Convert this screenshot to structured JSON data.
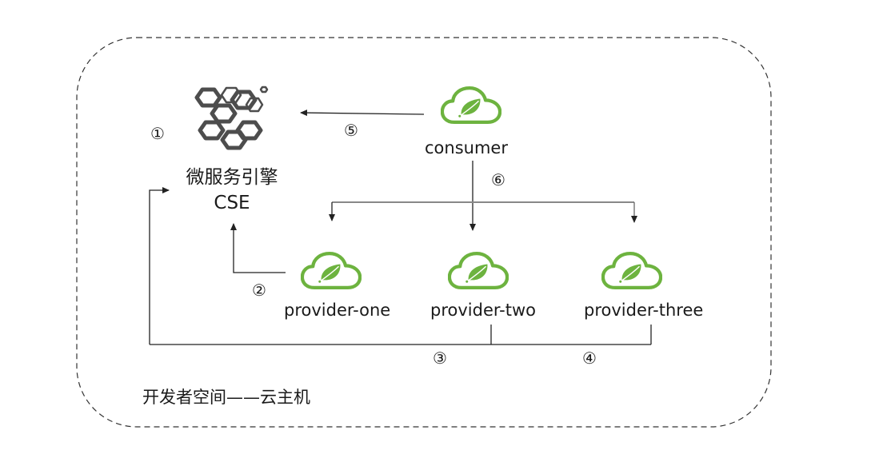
{
  "container": {
    "label": "开发者空间——云主机"
  },
  "cse": {
    "name_cn": "微服务引擎",
    "name_en": "CSE",
    "icon": "hexagon-cluster-icon"
  },
  "nodes": {
    "consumer": {
      "label": "consumer",
      "icon": "spring-cloud-leaf-icon"
    },
    "provider_one": {
      "label": "provider-one",
      "icon": "spring-cloud-leaf-icon"
    },
    "provider_two": {
      "label": "provider-two",
      "icon": "spring-cloud-leaf-icon"
    },
    "provider_three": {
      "label": "provider-three",
      "icon": "spring-cloud-leaf-icon"
    }
  },
  "steps": {
    "s1": "①",
    "s2": "②",
    "s3": "③",
    "s4": "④",
    "s5": "⑤",
    "s6": "⑥"
  },
  "edges": [
    {
      "id": "consumer-to-cse",
      "from": "consumer",
      "to": "cse",
      "step": "⑤"
    },
    {
      "id": "provider-one-to-cse",
      "from": "provider-one",
      "to": "cse",
      "step": "②"
    },
    {
      "id": "providers-two-three-to-cse",
      "from": [
        "provider-two",
        "provider-three"
      ],
      "to": "cse",
      "step": [
        "③",
        "④"
      ]
    },
    {
      "id": "consumer-to-providers",
      "from": "consumer",
      "to": [
        "provider-one",
        "provider-two",
        "provider-three"
      ],
      "step": "⑥"
    }
  ],
  "colors": {
    "spring_green": "#6db33f",
    "hex_gray": "#4d4d4d",
    "line": "#222222",
    "dash": "#333333"
  }
}
